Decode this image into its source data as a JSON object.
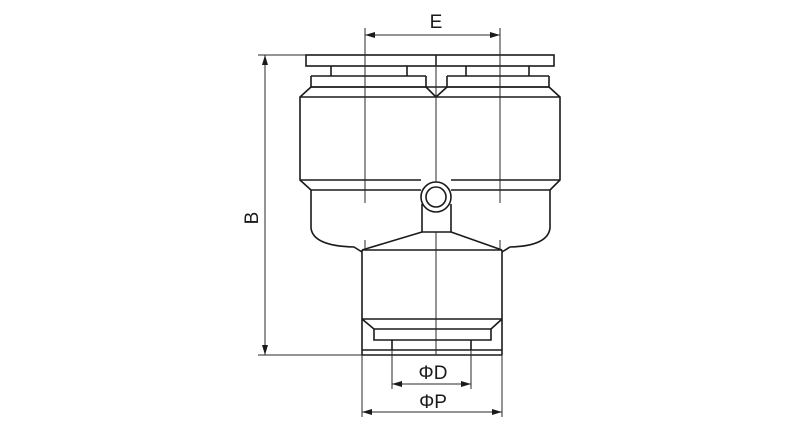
{
  "figure": {
    "type": "technical-drawing",
    "subject": "Union Y push-in pneumatic fitting (two ports on top, one port bottom)",
    "colors": {
      "line": "#1a1a1a",
      "background": "#ffffff"
    }
  },
  "dimensions": {
    "E": {
      "label": "E",
      "meaning": "spacing between upper port centers"
    },
    "B": {
      "label": "B",
      "meaning": "overall height"
    },
    "D": {
      "label": "ΦD",
      "meaning": "tube outer diameter"
    },
    "P": {
      "label": "ΦP",
      "meaning": "body outer diameter (bottom)"
    }
  }
}
